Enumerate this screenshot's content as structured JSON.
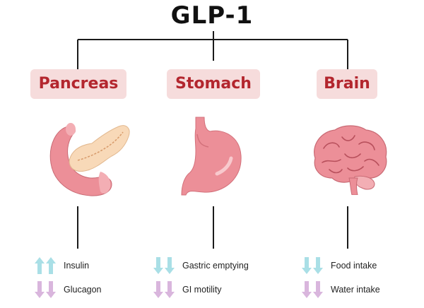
{
  "title": "GLP-1",
  "colors": {
    "pill_bg": "#f6dcdc",
    "pill_text": "#b3262e",
    "arrow_up": "#a9dfe6",
    "arrow_down": "#d9b6dd",
    "organ_pink": "#ec8f98",
    "organ_peach": "#f8d9b8"
  },
  "organs": [
    {
      "name": "Pancreas",
      "icon": "pancreas-icon",
      "effects": [
        {
          "direction": "up",
          "label": "Insulin"
        },
        {
          "direction": "down",
          "label": "Glucagon"
        }
      ]
    },
    {
      "name": "Stomach",
      "icon": "stomach-icon",
      "effects": [
        {
          "direction": "down",
          "label": "Gastric emptying"
        },
        {
          "direction": "down",
          "label": "GI motility"
        }
      ]
    },
    {
      "name": "Brain",
      "icon": "brain-icon",
      "effects": [
        {
          "direction": "down",
          "label": "Food intake"
        },
        {
          "direction": "down",
          "label": "Water intake"
        }
      ]
    }
  ]
}
